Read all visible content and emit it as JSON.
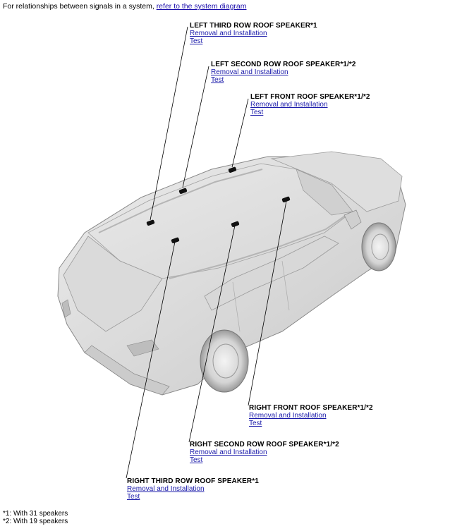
{
  "intro": {
    "text": "For relationships between signals in a system, ",
    "link": "refer to the system diagram"
  },
  "callouts": [
    {
      "id": "left-third",
      "title": "LEFT THIRD ROW ROOF SPEAKER*1",
      "links": [
        "Removal and Installation",
        "Test"
      ]
    },
    {
      "id": "left-second",
      "title": "LEFT SECOND ROW ROOF SPEAKER*1/*2",
      "links": [
        "Removal and Installation",
        "Test"
      ]
    },
    {
      "id": "left-front",
      "title": "LEFT FRONT ROOF SPEAKER*1/*2",
      "links": [
        "Removal and Installation",
        "Test"
      ]
    },
    {
      "id": "right-front",
      "title": "RIGHT FRONT ROOF SPEAKER*1/*2",
      "links": [
        "Removal and Installation",
        "Test"
      ]
    },
    {
      "id": "right-second",
      "title": "RIGHT SECOND ROW ROOF SPEAKER*1/*2",
      "links": [
        "Removal and Installation",
        "Test"
      ]
    },
    {
      "id": "right-third",
      "title": "RIGHT THIRD ROW ROOF SPEAKER*1",
      "links": [
        "Removal and Installation",
        "Test"
      ]
    }
  ],
  "notes": [
    "*1: With 31 speakers",
    "*2: With 19 speakers"
  ]
}
